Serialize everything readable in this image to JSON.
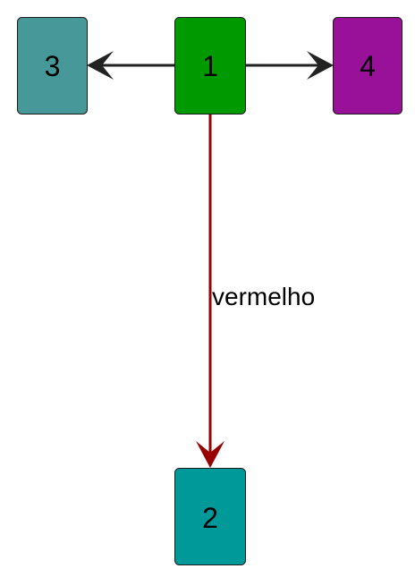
{
  "nodes": {
    "n1": {
      "label": "1",
      "color": "#009900"
    },
    "n2": {
      "label": "2",
      "color": "#009999"
    },
    "n3": {
      "label": "3",
      "color": "#479999"
    },
    "n4": {
      "label": "4",
      "color": "#991199"
    }
  },
  "edges": [
    {
      "from": "1",
      "to": "3",
      "color": "#222222",
      "label": ""
    },
    {
      "from": "1",
      "to": "4",
      "color": "#222222",
      "label": ""
    },
    {
      "from": "1",
      "to": "2",
      "color": "#990000",
      "label": "vermelho"
    }
  ]
}
